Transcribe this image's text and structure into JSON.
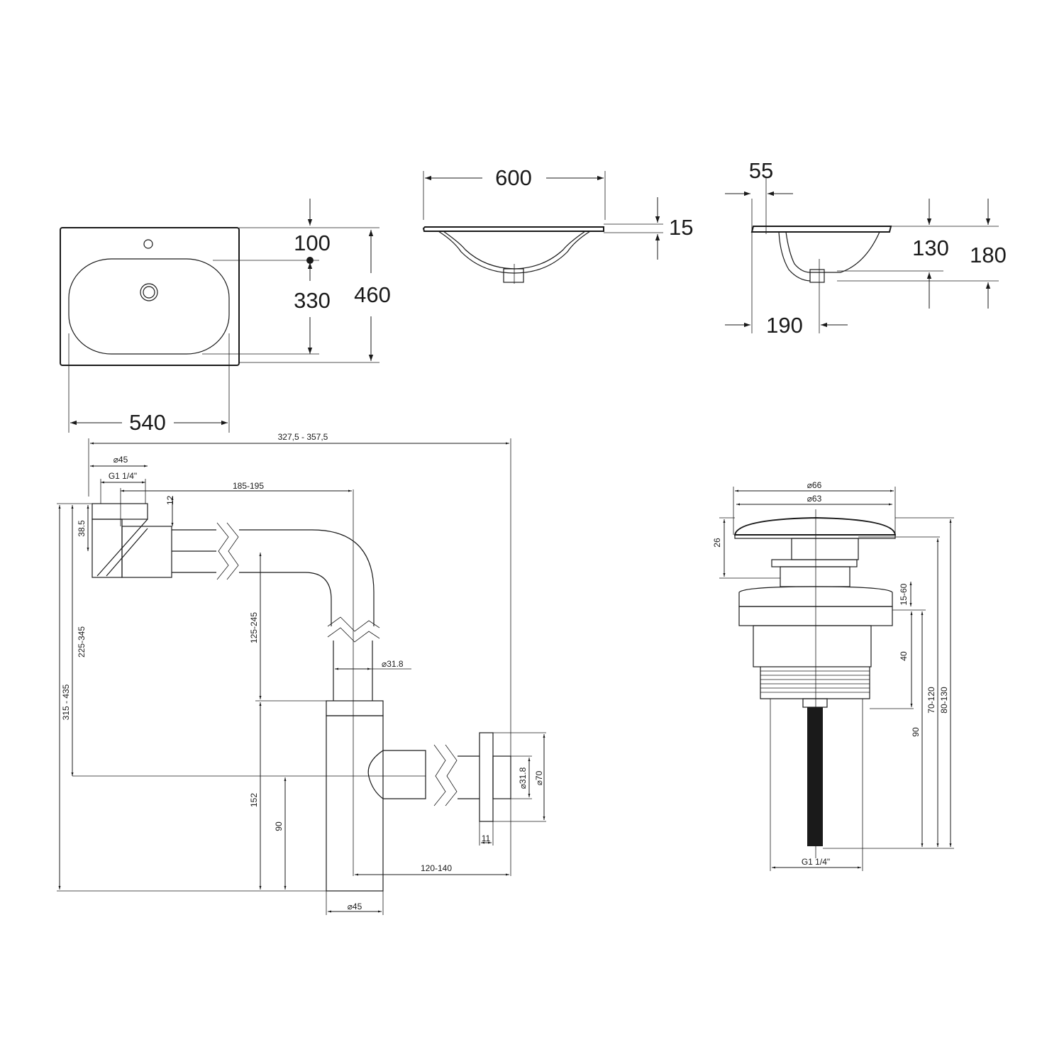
{
  "basin_top_view": {
    "dim_width": "540",
    "dim_depth": "460",
    "dim_tap_offset": "100",
    "dim_bowl_depth": "330"
  },
  "basin_front_view": {
    "dim_width": "600",
    "dim_rim": "15"
  },
  "basin_side_view": {
    "dim_rim_offset": "55",
    "dim_bowl_height": "130",
    "dim_total_height": "180",
    "dim_drain_offset": "190"
  },
  "siphon": {
    "dim_overall_length": "327,5 - 357,5",
    "dim_inlet_diameter": "⌀45",
    "dim_thread": "G1 1/4\"",
    "dim_horizontal": "185-195",
    "dim_cap": "12",
    "dim_inlet_height": "38.5",
    "dim_vertical_range": "225-345",
    "dim_total_height": "315 - 435",
    "dim_pipe_adjust": "125-245",
    "dim_pipe_diameter": "⌀31.8",
    "dim_outlet_diameter": "⌀31.8",
    "dim_rosette_diameter": "⌀70",
    "dim_body_height": "152",
    "dim_outlet_height": "90",
    "dim_rosette_thickness": "11",
    "dim_wall_distance": "120-140",
    "dim_body_diameter": "⌀45"
  },
  "drain_valve": {
    "dim_cap_outer": "⌀66",
    "dim_cap_inner": "⌀63",
    "dim_cap_height": "26",
    "dim_flange_range": "15-60",
    "dim_body": "40",
    "dim_total_short": "90",
    "dim_range_a": "70-120",
    "dim_range_b": "80-130",
    "dim_thread": "G1 1/4\""
  }
}
